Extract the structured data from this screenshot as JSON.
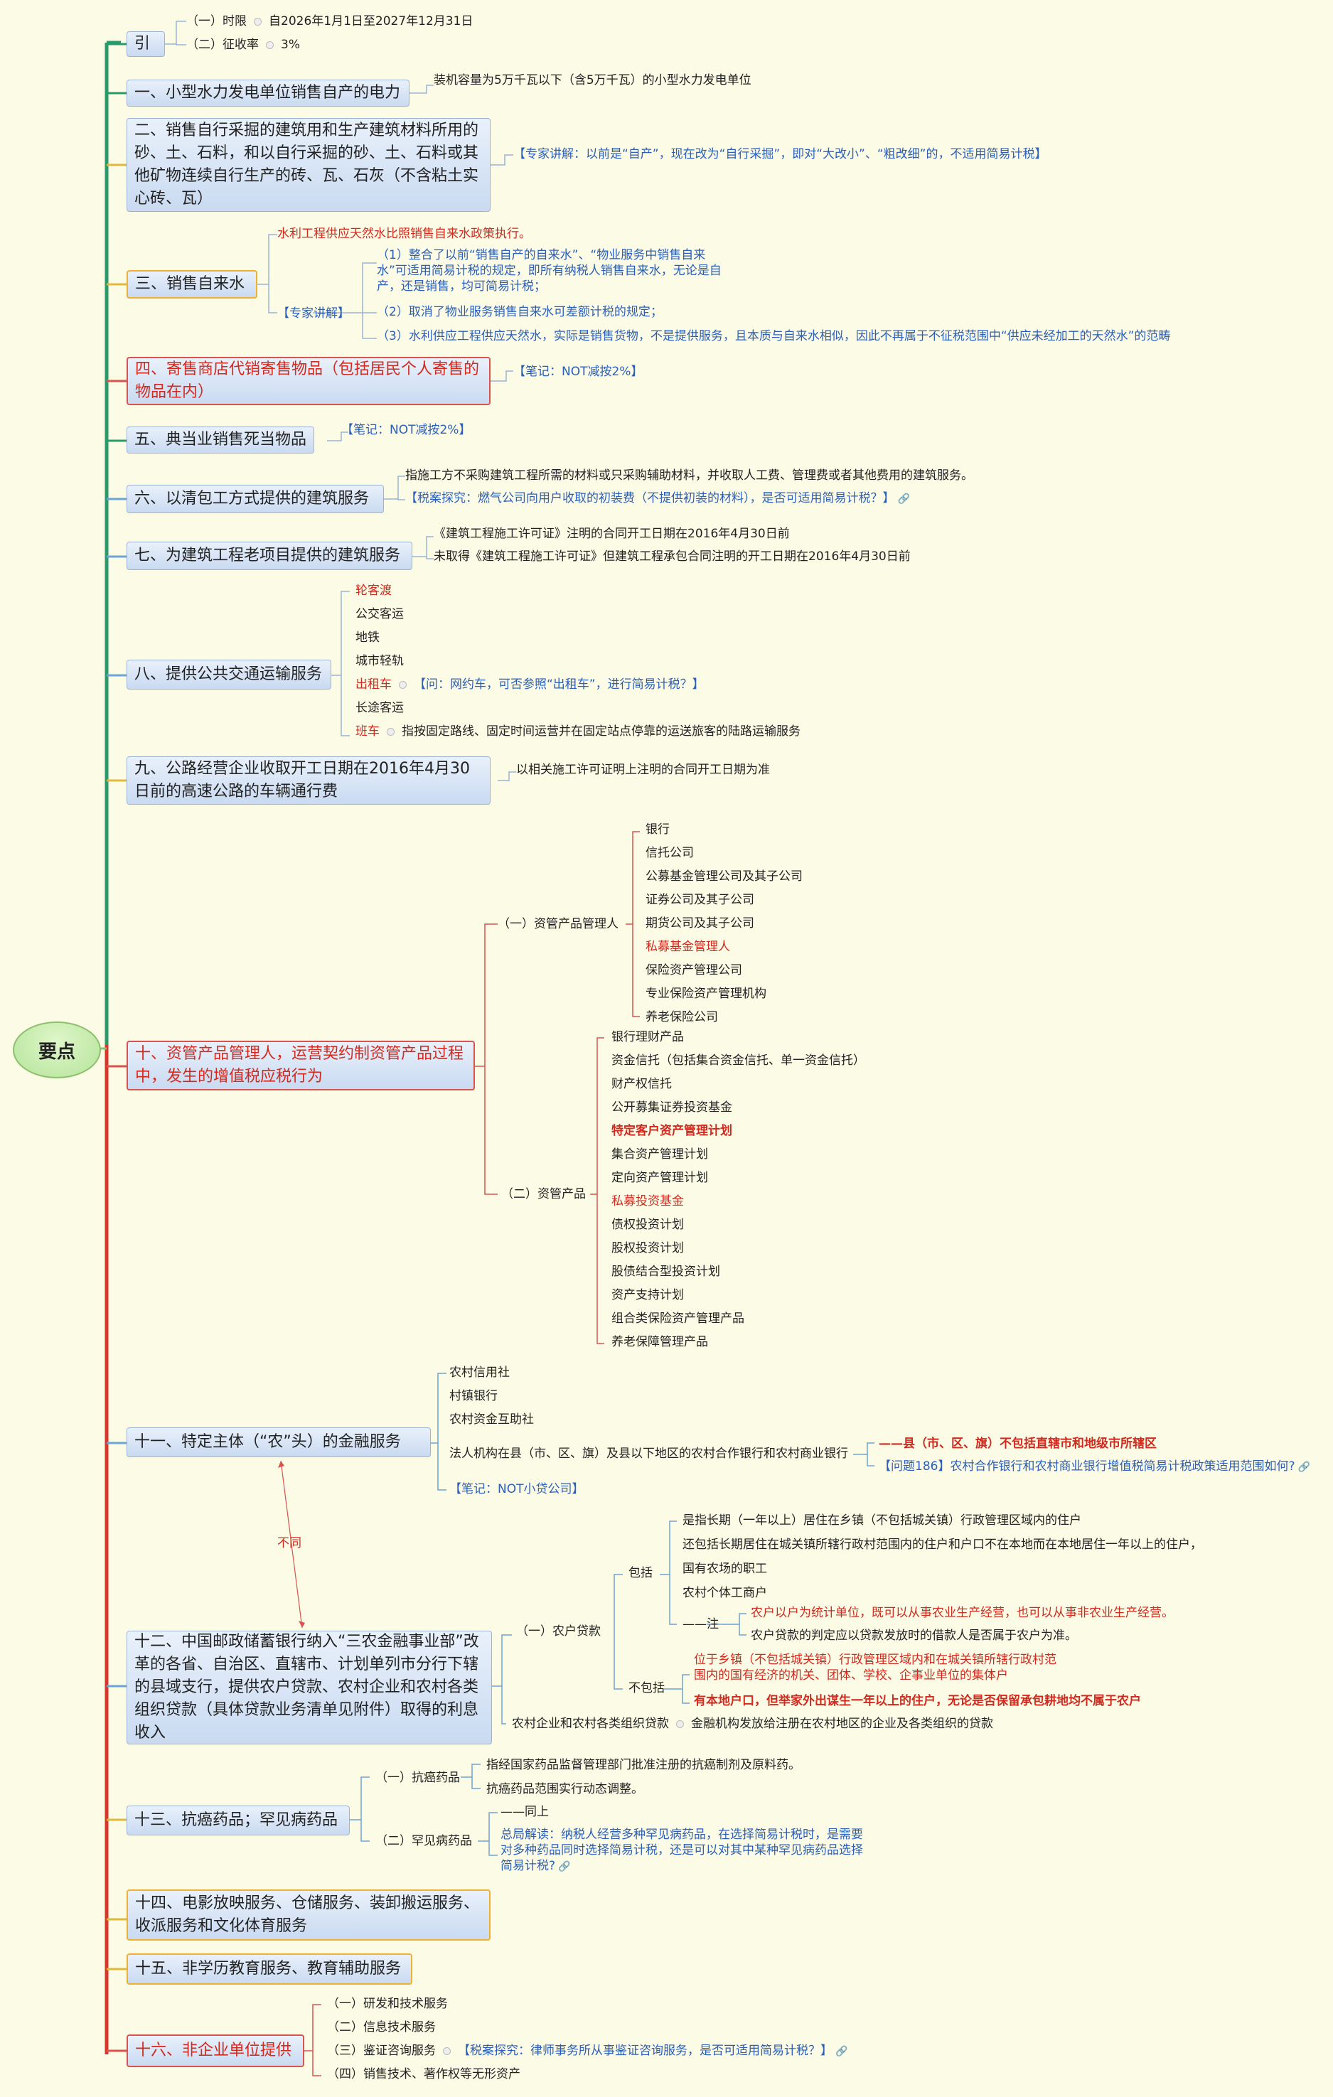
{
  "root": "要点",
  "n0": {
    "title": "引",
    "c1": "（一）时限",
    "c1v": "自2026年1月1日至2027年12月31日",
    "c2": "（二）征收率",
    "c2v": "3%"
  },
  "n1": {
    "title": "一、小型水力发电单位销售自产的电力",
    "c1": "装机容量为5万千瓦以下（含5万千瓦）的小型水力发电单位"
  },
  "n2": {
    "title": "二、销售自行采掘的建筑用和生产建筑材料所用的砂、土、石料，和以自行采掘的砂、土、石料或其他矿物连续自行生产的砖、瓦、石灰（不含粘土实心砖、瓦）",
    "c1": "【专家讲解：以前是“自产”，现在改为“自行采掘”，即对“大改小”、“粗改细”的，不适用简易计税】"
  },
  "n3": {
    "title": "三、销售自来水",
    "c1": "水利工程供应天然水比照销售自来水政策执行。",
    "c2": "【专家讲解】",
    "c2a": "（1）整合了以前“销售自产的自来水”、“物业服务中销售自来水”可适用简易计税的规定，即所有纳税人销售自来水，无论是自产，还是销售，均可简易计税；",
    "c2b": "（2）取消了物业服务销售自来水可差额计税的规定；",
    "c2c": "（3）水利供应工程供应天然水，实际是销售货物，不是提供服务，且本质与自来水相似，因此不再属于不征税范围中“供应未经加工的天然水”的范畴"
  },
  "n4": {
    "title": "四、寄售商店代销寄售物品（包括居民个人寄售的物品在内）",
    "c1": "【笔记：NOT减按2%】"
  },
  "n5": {
    "title": "五、典当业销售死当物品",
    "c1": "【笔记：NOT减按2%】"
  },
  "n6": {
    "title": "六、以清包工方式提供的建筑服务",
    "c1": "指施工方不采购建筑工程所需的材料或只采购辅助材料，并收取人工费、管理费或者其他费用的建筑服务。",
    "c2": "【税案探究：燃气公司向用户收取的初装费（不提供初装的材料），是否可适用简易计税？】"
  },
  "n7": {
    "title": "七、为建筑工程老项目提供的建筑服务",
    "c1": "《建筑工程施工许可证》注明的合同开工日期在2016年4月30日前",
    "c2": "未取得《建筑工程施工许可证》但建筑工程承包合同注明的开工日期在2016年4月30日前"
  },
  "n8": {
    "title": "八、提供公共交通运输服务",
    "items": [
      "轮客渡",
      "公交客运",
      "地铁",
      "城市轻轨",
      "出租车",
      "长途客运",
      "班车"
    ],
    "taxi_note": "【问：网约车，可否参照“出租车”，进行简易计税？】",
    "bus_note": "指按固定路线、固定时间运营并在固定站点停靠的运送旅客的陆路运输服务"
  },
  "n9": {
    "title": "九、公路经营企业收取开工日期在2016年4月30日前的高速公路的车辆通行费",
    "c1": "以相关施工许可证明上注明的合同开工日期为准"
  },
  "n10": {
    "title": "十、资管产品管理人，运营契约制资管产品过程中，发生的增值税应税行为",
    "g1": "（一）资管产品管理人",
    "g1items": [
      "银行",
      "信托公司",
      "公募基金管理公司及其子公司",
      "证券公司及其子公司",
      "期货公司及其子公司",
      "私募基金管理人",
      "保险资产管理公司",
      "专业保险资产管理机构",
      "养老保险公司"
    ],
    "g2": "（二）资管产品",
    "g2items": [
      "银行理财产品",
      "资金信托（包括集合资金信托、单一资金信托）",
      "财产权信托",
      "公开募集证券投资基金",
      "特定客户资产管理计划",
      "集合资产管理计划",
      "定向资产管理计划",
      "私募投资基金",
      "债权投资计划",
      "股权投资计划",
      "股债结合型投资计划",
      "资产支持计划",
      "组合类保险资产管理产品",
      "养老保障管理产品"
    ]
  },
  "n11": {
    "title": "十一、特定主体（“农”头）的金融服务",
    "items": [
      "农村信用社",
      "村镇银行",
      "农村资金互助社",
      "法人机构在县（市、区、旗）及县以下地区的农村合作银行和农村商业银行"
    ],
    "note1": "——县（市、区、旗）不包括直辖市和地级市所辖区",
    "note2": "【问题186】农村合作银行和农村商业银行增值税简易计税政策适用范围如何?",
    "note3": "【笔记：NOT小贷公司】",
    "diff": "不同"
  },
  "n12": {
    "title": "十二、中国邮政储蓄银行纳入“三农金融事业部”改革的各省、自治区、直辖市、计划单列市分行下辖的县域支行，提供农户贷款、农村企业和农村各类组织贷款（具体贷款业务清单见附件）取得的利息收入",
    "g1": "（一）农户贷款",
    "inc": "包括",
    "inc1": "是指长期（一年以上）居住在乡镇（不包括城关镇）行政管理区域内的住户",
    "inc2": "还包括长期居住在城关镇所辖行政村范围内的住户和户口不在本地而在本地居住一年以上的住户，",
    "inc3": "国有农场的职工",
    "inc4": "农村个体工商户",
    "note": "——注",
    "note1": "农户以户为统计单位，既可以从事农业生产经营，也可以从事非农业生产经营。",
    "note2": "农户贷款的判定应以贷款发放时的借款人是否属于农户为准。",
    "exc": "不包括",
    "exc1": "位于乡镇（不包括城关镇）行政管理区域内和在城关镇所辖行政村范围内的国有经济的机关、团体、学校、企事业单位的集体户",
    "exc2": "有本地户口，但举家外出谋生一年以上的住户，无论是否保留承包耕地均不属于农户",
    "g2": "农村企业和农村各类组织贷款",
    "g2v": "金融机构发放给注册在农村地区的企业及各类组织的贷款"
  },
  "n13": {
    "title": "十三、抗癌药品；罕见病药品",
    "g1": "（一）抗癌药品",
    "g1a": "指经国家药品监督管理部门批准注册的抗癌制剂及原料药。",
    "g1b": "抗癌药品范围实行动态调整。",
    "g2": "（二）罕见病药品",
    "g2a": "——同上",
    "g2b": "总局解读：纳税人经营多种罕见病药品，在选择简易计税时，是需要对多种药品同时选择简易计税，还是可以对其中某种罕见病药品选择简易计税?"
  },
  "n14": {
    "title": "十四、电影放映服务、仓储服务、装卸搬运服务、收派服务和文化体育服务"
  },
  "n15": {
    "title": "十五、非学历教育服务、教育辅助服务"
  },
  "n16": {
    "title": "十六、非企业单位提供",
    "items": [
      "（一）研发和技术服务",
      "（二）信息技术服务",
      "（三）鉴证咨询服务",
      "（四）销售技术、著作权等无形资产"
    ],
    "note": "【税案探究：律师事务所从事鉴证咨询服务，是否可适用简易计税？】"
  }
}
